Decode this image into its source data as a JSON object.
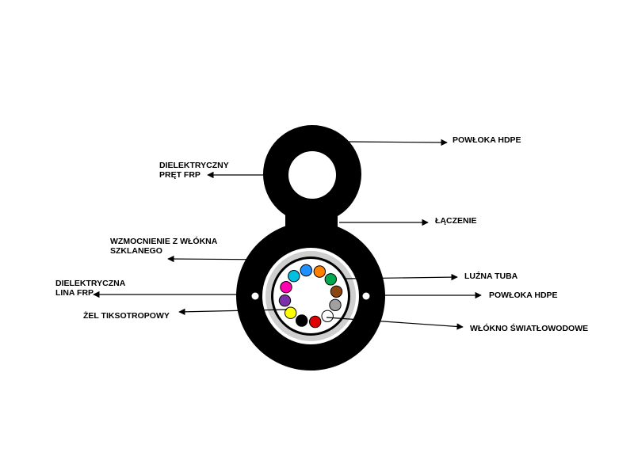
{
  "labels": {
    "outer_sheath_top": "POWŁOKA HDPE",
    "messenger_rod_line1": "DIELEKTRYCZNY",
    "messenger_rod_line2": "PRĘT FRP",
    "web_connection": "ŁĄCZENIE",
    "glass_yarn_line1": "WZMOCNIENIE Z WŁÓKNA",
    "glass_yarn_line2": "SZKLANEGO",
    "loose_tube": "LUŹNA TUBA",
    "frp_line_line1": "DIELEKTRYCZNA",
    "frp_line_line2": "LINA FRP",
    "outer_sheath_right": "POWŁOKA HDPE",
    "gel": "ŻEL TIKSOTROPOWY",
    "optical_fiber": "WŁÓKNO ŚWIATŁOWODOWE"
  },
  "colors": {
    "sheath": "#000000",
    "yarn_layer": "#cfcfcf",
    "background": "#ffffff"
  },
  "fibers": [
    {
      "color": "#1e90ff",
      "icon": "fiber-blue"
    },
    {
      "color": "#ff7f00",
      "icon": "fiber-orange"
    },
    {
      "color": "#00a84f",
      "icon": "fiber-green"
    },
    {
      "color": "#8b4513",
      "icon": "fiber-brown"
    },
    {
      "color": "#a0a0a0",
      "icon": "fiber-gray"
    },
    {
      "color": "#ffffff",
      "icon": "fiber-white"
    },
    {
      "color": "#e00000",
      "icon": "fiber-red"
    },
    {
      "color": "#000000",
      "icon": "fiber-black"
    },
    {
      "color": "#ffff00",
      "icon": "fiber-yellow"
    },
    {
      "color": "#7b2fa8",
      "icon": "fiber-violet"
    },
    {
      "color": "#ff00b0",
      "icon": "fiber-pink"
    },
    {
      "color": "#00c0e0",
      "icon": "fiber-aqua"
    }
  ]
}
